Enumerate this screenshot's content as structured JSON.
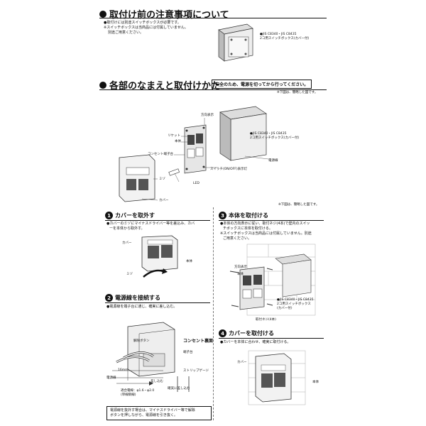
{
  "section1": {
    "title": "取付け前の注意事項について",
    "note1": "●取付けには別途スイッチボックスが必要です。",
    "note2": "※スイッチボックスは当商品には付属していません。",
    "note3": "別途ご用意ください。",
    "box_label1": "●JIS C8340・JIS C8435",
    "box_label2": "2コ用スイッチボックス(カバー付)"
  },
  "section2": {
    "title": "各部のなまえと取付けかた",
    "safety": "安全のため、電源を切ってから行ってください。",
    "note_top": "※下図は、簡略した図です。",
    "labels": {
      "direction": "方向表示",
      "receptacle": "リケット",
      "body": "本体",
      "outlet_terminal": "コンセント端子台",
      "box1": "●JIS C8340・JIS C8435",
      "box2": "2コ用スイッチボックス(カバー付)",
      "wire": "電源線",
      "switch": "スイッチ(ON/OFF)表示灯",
      "led": "LED",
      "ami": "ミゾ",
      "cover": "カバー"
    },
    "note_mid": "※下図は、簡略した図です。"
  },
  "step1": {
    "num": "1",
    "title": "カバーを取外す",
    "text1": "●カバーのミゾにマイナスドライバー等を差込み、カバ",
    "text2": "ーを本体から取外す。",
    "label_cover": "カバー",
    "label_body": "本体",
    "label_ami": "ミゾ"
  },
  "step2": {
    "num": "2",
    "title": "電源線を接続する",
    "text": "●電源線を端子台に通じ、確実に差し込む。",
    "label_outlet_back": "コンセント裏面",
    "label_release": "解除ボタン",
    "label_terminal": "端子台",
    "label_strip": "ストリップゲージ",
    "label_16mm": "16mm",
    "label_wire": "電源線",
    "label_insert": "差し込む",
    "label_fit": "確実に差し込む",
    "label_spec1": "適合電線：φ1.6・φ2.0",
    "label_spec2": "(単線銅線)",
    "note1": "電源線を抜外す場合は、マイナスドライバー等で解除",
    "note2": "ボタンを押しながら、電源線を引き抜く。"
  },
  "step3": {
    "num": "3",
    "title": "本体を取付ける",
    "text1": "●本体の方向表示に従い、取付ネジ(4本)で壁内のスイッ",
    "text2": "チボックスに本体を取付ける。",
    "text3": "※スイッチボックスは当商品には付属していません。別途",
    "text4": "ご用意ください。",
    "label_direction": "方向表示",
    "label_body": "本体",
    "label_box1": "●JIS C8340・JIS C8435",
    "label_box2": "2コ用スイッチボックス",
    "label_box3": "(カバー付)",
    "label_screw": "取付ネジ(4本)"
  },
  "step4": {
    "num": "4",
    "title": "カバーを取付ける",
    "text": "●カバーを本体に合わせ、確実に取付ける。",
    "label_cover": "カバー",
    "label_body": "本体"
  }
}
